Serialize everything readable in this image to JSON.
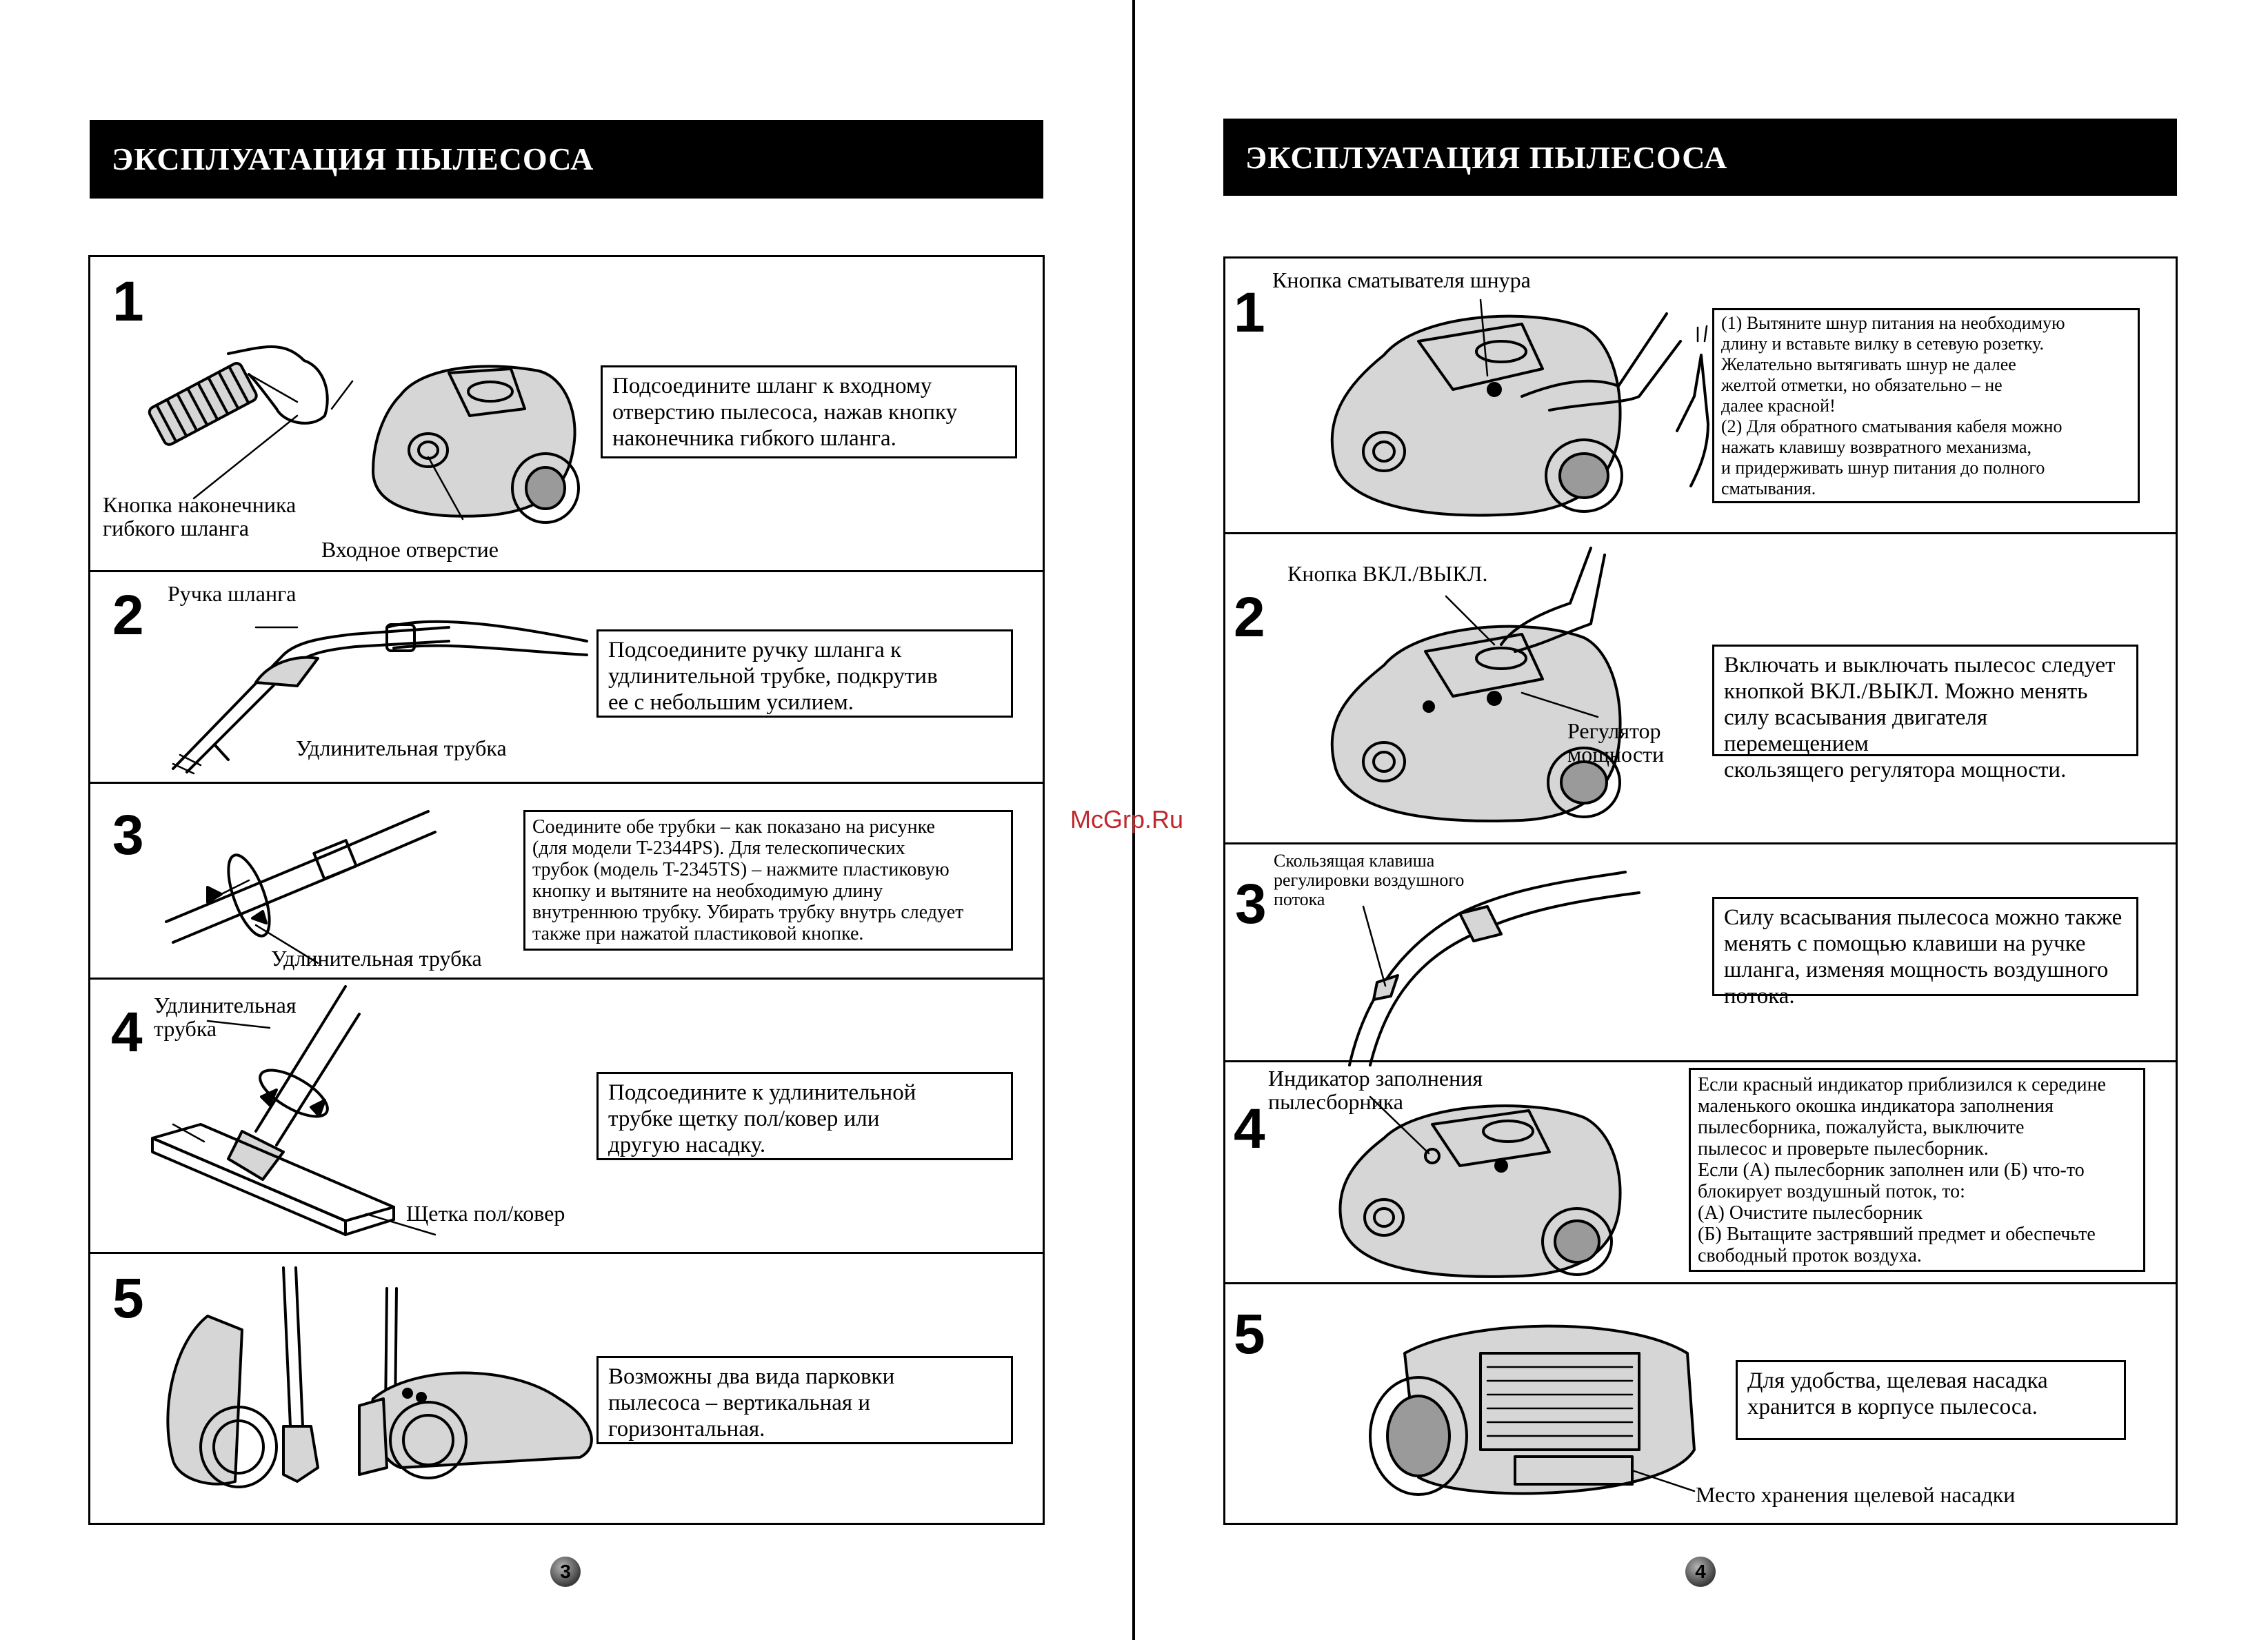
{
  "header_title": "ЭКСПЛУАТАЦИЯ ПЫЛЕСОСА",
  "watermark": "McGrp.Ru",
  "left": {
    "page_number": "3",
    "steps": [
      {
        "num": "1",
        "text": "Подсоедините шланг к входному\nотверстию пылесоса, нажав кнопку\nнаконечника гибкого шланга.",
        "label_a": "Кнопка наконечника\nгибкого шланга",
        "label_b": "Входное отверстие"
      },
      {
        "num": "2",
        "text": "Подсоедините ручку шланга к\nудлинительной трубке, подкрутив\nее с небольшим усилием.",
        "label_a": "Ручка шланга",
        "label_b": "Удлинительная трубка"
      },
      {
        "num": "3",
        "text": "Соедините обе трубки – как показано на рисунке\n(для модели T-2344PS). Для телескопических\nтрубок (модель T-2345TS) – нажмите пластиковую\nкнопку и вытяните на необходимую длину\nвнутреннюю трубку. Убирать трубку внутрь следует\nтакже при нажатой пластиковой кнопке.",
        "label_a": "Удлинительная трубка"
      },
      {
        "num": "4",
        "text": "Подсоедините к удлинительной\nтрубке щетку пол/ковер или\nдругую насадку.",
        "label_a": "Удлинительная\nтрубка",
        "label_b": "Щетка пол/ковер"
      },
      {
        "num": "5",
        "text": "Возможны два вида парковки\nпылесоса – вертикальная и\nгоризонтальная."
      }
    ]
  },
  "right": {
    "page_number": "4",
    "steps": [
      {
        "num": "1",
        "text": "(1) Вытяните шнур питания на необходимую\n      длину и вставьте вилку в сетевую розетку.\n      Желательно вытягивать шнур не далее\n      желтой отметки, но обязательно – не\n      далее красной!\n(2) Для обратного сматывания кабеля можно\n      нажать клавишу возвратного механизма,\n      и придерживать шнур питания до полного\n      сматывания.",
        "label_a": "Кнопка сматывателя шнура"
      },
      {
        "num": "2",
        "text": "Включать и выключать пылесос следует\nкнопкой ВКЛ./ВЫКЛ. Можно менять\nсилу всасывания двигателя перемещением\nскользящего регулятора мощности.",
        "label_a": "Кнопка ВКЛ./ВЫКЛ.",
        "label_b": "Регулятор\nмощности"
      },
      {
        "num": "3",
        "text": "Силу всасывания пылесоса можно также\nменять с помощью клавиши на ручке\nшланга, изменяя мощность воздушного\nпотока.",
        "label_a": "Скользящая клавиша\nрегулировки воздушного\nпотока"
      },
      {
        "num": "4",
        "text": "Если красный индикатор приблизился к середине\nмаленького окошка индикатора заполнения\nпылесборника, пожалуйста, выключите\nпылесос и проверьте пылесборник.\nЕсли (А) пылесборник заполнен или (Б) что-то\nблокирует воздушный поток, то:\n(А) Очистите пылесборник\n(Б) Вытащите застрявший предмет и обеспечьте\nсвободный проток воздуха.",
        "label_a": "Индикатор заполнения\nпылесборника"
      },
      {
        "num": "5",
        "text": "Для удобства, щелевая насадка\nхранится в корпусе пылесоса.",
        "label_a": "Место хранения щелевой насадки"
      }
    ]
  }
}
